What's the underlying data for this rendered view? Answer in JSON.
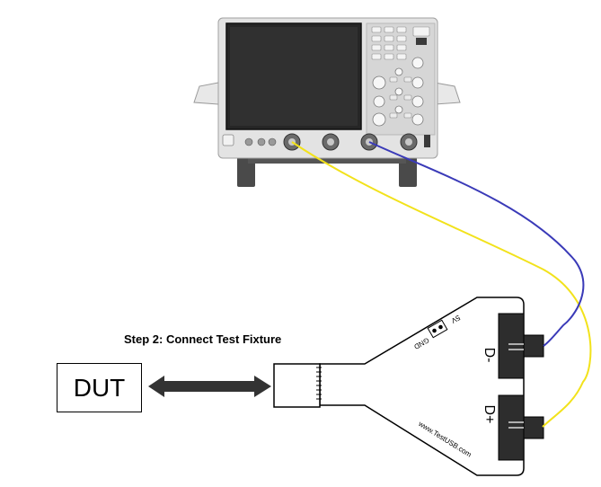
{
  "diagram": {
    "title": "Step 2: Connect Test Fixture",
    "dut_label": "DUT",
    "fixture": {
      "url_text": "www.TestUSB.com",
      "gnd_label": "GND",
      "v5_label": "5V",
      "port_minus": "D-",
      "port_plus": "D+"
    },
    "cable_colors": {
      "yellow": "#f2e21b",
      "blue": "#3a3ab8"
    }
  }
}
